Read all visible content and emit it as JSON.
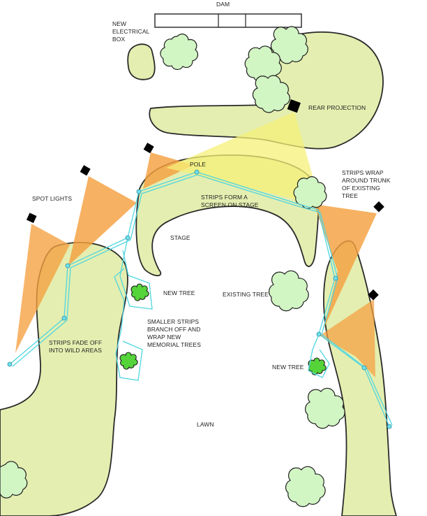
{
  "labels": {
    "dam": "DAM",
    "electrical_box": [
      "NEW",
      "ELECTRICAL",
      "BOX"
    ],
    "rear_projection": "REAR PROJECTION",
    "pole": "POLE",
    "strips_wrap": [
      "STRIPS WRAP",
      "AROUND TRUNK",
      "OF EXISTING",
      "TREE"
    ],
    "spot_lights": "SPOT LIGHTS",
    "screen": [
      "STRIPS FORM A",
      "SCREEN ON STAGE"
    ],
    "stage": "STAGE",
    "new_tree_1": "NEW TREE",
    "existing_tree": "EXISTING TREE",
    "smaller_strips": [
      "SMALLER STRIPS",
      "BRANCH OFF AND",
      "WRAP NEW",
      "MEMORIAL TREES"
    ],
    "fade": [
      "STRIPS FADE OFF",
      "INTO WILD AREAS"
    ],
    "new_tree_2": "NEW TREE",
    "lawn": "LAWN"
  },
  "colors": {
    "planting_bed": "#e4eeb0",
    "existing_tree": "#d2f5c4",
    "new_tree": "#55d43a",
    "light_strip": "#4fd6e0",
    "spotlight_orange": "#f5a040",
    "spotlight_yellow": "#f5f078",
    "fixture": "#000000"
  },
  "icons": [
    "existing-tree-icon",
    "new-tree-icon",
    "spotlight-fixture-icon",
    "strip-node-icon"
  ]
}
